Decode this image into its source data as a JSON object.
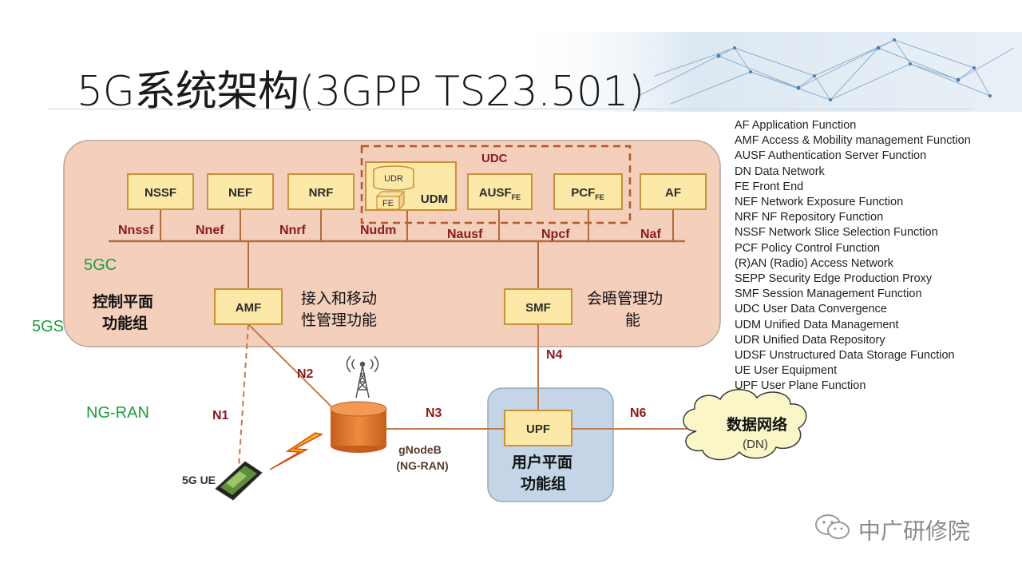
{
  "slide": {
    "title": "5G系统架构(3GPP TS23.501)",
    "watermark": "中广研修院"
  },
  "diagram": {
    "nf_boxes": [
      "NSSF",
      "NEF",
      "NRF",
      "UDM",
      "AF",
      "AMF",
      "SMF",
      "UPF"
    ],
    "subscripted_boxes": [
      {
        "base": "AUSF",
        "sub": "FE"
      },
      {
        "base": "PCF",
        "sub": "FE"
      }
    ],
    "udc_label": "UDC",
    "udr_label": "UDR",
    "fe_label": "FE",
    "service_interfaces": [
      "Nnssf",
      "Nnef",
      "Nnrf",
      "Nudm",
      "Nausf",
      "Npcf",
      "Naf"
    ],
    "reference_points": [
      "N1",
      "N2",
      "N3",
      "N4",
      "N6"
    ],
    "control_plane_label": [
      "控制平面",
      "功能组"
    ],
    "user_plane_label": [
      "用户平面",
      "功能组"
    ],
    "amf_desc": [
      "接入和移动",
      "性管理功能"
    ],
    "smf_desc": [
      "会晤管理功",
      "能"
    ],
    "label_5gc": "5GC",
    "label_5gs": "5GS",
    "label_ngran": "NG-RAN",
    "gnodeb_label": [
      "gNodeB",
      "(NG-RAN)"
    ],
    "ue_label": "5G UE",
    "dn_label": [
      "数据网络",
      "(DN)"
    ],
    "colors": {
      "core_fill": "#f4cfbb",
      "nf_fill": "#fce9a7",
      "nf_stroke": "#c8913a",
      "line": "#c47a4a",
      "bus": "#b56a3a",
      "iface_text": "#8b1a1a",
      "up_fill": "#c3d5e6",
      "gnb_fill": "#e07a32",
      "green": "#1a9e3c"
    }
  },
  "legend": [
    "AF Application Function",
    "AMF Access & Mobility management Function",
    "AUSF Authentication Server Function",
    "DN Data Network",
    "FE Front End",
    "NEF Network Exposure Function",
    "NRF NF Repository Function",
    "NSSF Network Slice Selection Function",
    "PCF Policy Control Function",
    "(R)AN (Radio) Access Network",
    "SEPP Security Edge Production Proxy",
    "SMF Session Management Function",
    "UDC User Data Convergence",
    "UDM Unified Data Management",
    "UDR Unified Data Repository",
    "UDSF Unstructured Data Storage  Function",
    "UE User Equipment",
    "UPF User Plane Function"
  ]
}
